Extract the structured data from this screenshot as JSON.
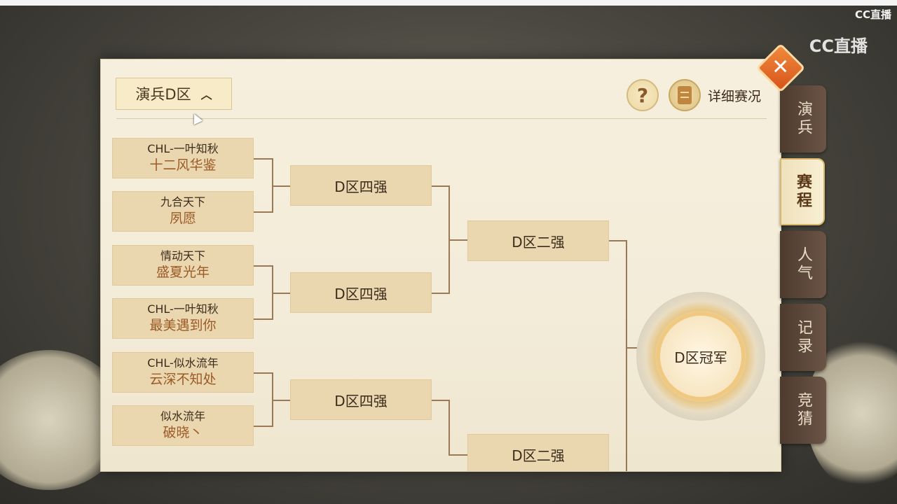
{
  "stream": {
    "watermark_small": "CC直播",
    "watermark_big": "CC直播"
  },
  "header": {
    "region_select": "演兵D区",
    "help_glyph": "?",
    "detail_label": "详细赛况"
  },
  "bracket": {
    "teams": [
      {
        "team": "CHL-一叶知秋",
        "player": "十二风华鉴"
      },
      {
        "team": "九合天下",
        "player": "夙愿"
      },
      {
        "team": "情动天下",
        "player": "盛夏光年"
      },
      {
        "team": "CHL-一叶知秋",
        "player": "最美遇到你"
      },
      {
        "team": "CHL-似水流年",
        "player": "云深不知处"
      },
      {
        "team": "似水流年",
        "player": "破晓丶"
      }
    ],
    "quarter": [
      "D区四强",
      "D区四强",
      "D区四强"
    ],
    "semi": [
      "D区二强",
      "D区二强"
    ],
    "final": "D区冠军"
  },
  "side_tabs": [
    {
      "label": "演兵",
      "active": false
    },
    {
      "label": "赛程",
      "active": true
    },
    {
      "label": "人气",
      "active": false
    },
    {
      "label": "记录",
      "active": false
    },
    {
      "label": "竞猜",
      "active": false
    }
  ],
  "colors": {
    "accent": "#d8541b",
    "panel": "#f3ecd9",
    "box": "#ead7b0",
    "player_text": "#9b5a26"
  }
}
